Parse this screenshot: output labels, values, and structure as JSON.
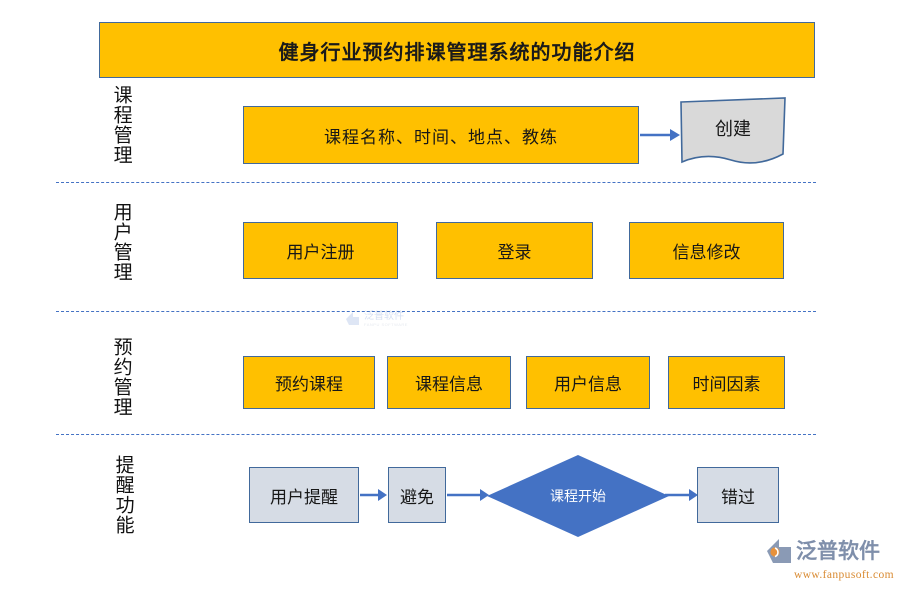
{
  "colors": {
    "amber_fill": "#FFC000",
    "node_border": "#41699b",
    "gray_fill": "#D6DCE5",
    "doc_fill": "#D9D9D9",
    "diamond_fill": "#4472C4",
    "arrow": "#4472C4",
    "divider": "#4472C4",
    "title_text": "#1a1a1a",
    "page_bg": "#FFFFFF"
  },
  "header": {
    "title": "健身行业预约排课管理系统的功能介绍"
  },
  "sections": [
    {
      "label": "课程管理",
      "nodes": [
        {
          "name": "course-fields-box",
          "text": "课程名称、时间、地点、教练",
          "shape": "rect-amber"
        },
        {
          "name": "create-document",
          "text": "创建",
          "shape": "document-gray"
        }
      ],
      "arrows": 1
    },
    {
      "label": "用户管理",
      "nodes": [
        {
          "name": "user-register-box",
          "text": "用户注册",
          "shape": "rect-amber"
        },
        {
          "name": "login-box",
          "text": "登录",
          "shape": "rect-amber"
        },
        {
          "name": "info-edit-box",
          "text": "信息修改",
          "shape": "rect-amber"
        }
      ],
      "arrows": 0
    },
    {
      "label": "预约管理",
      "nodes": [
        {
          "name": "book-course-box",
          "text": "预约课程",
          "shape": "rect-amber"
        },
        {
          "name": "course-info-box",
          "text": "课程信息",
          "shape": "rect-amber"
        },
        {
          "name": "user-info-box",
          "text": "用户信息",
          "shape": "rect-amber"
        },
        {
          "name": "time-factor-box",
          "text": "时间因素",
          "shape": "rect-amber"
        }
      ],
      "arrows": 0
    },
    {
      "label": "提醒功能",
      "nodes": [
        {
          "name": "user-reminder-box",
          "text": "用户提醒",
          "shape": "rect-gray"
        },
        {
          "name": "avoid-box",
          "text": "避免",
          "shape": "rect-gray"
        },
        {
          "name": "course-start-diamond",
          "text": "课程开始",
          "shape": "diamond-blue"
        },
        {
          "name": "missed-box",
          "text": "错过",
          "shape": "rect-gray"
        }
      ],
      "arrows": 3
    }
  ],
  "watermark": {
    "text": "泛普软件",
    "subtext": "FANPU SOFTWARE"
  },
  "brand": {
    "name": "泛普软件",
    "url": "www.fanpusoft.com"
  }
}
